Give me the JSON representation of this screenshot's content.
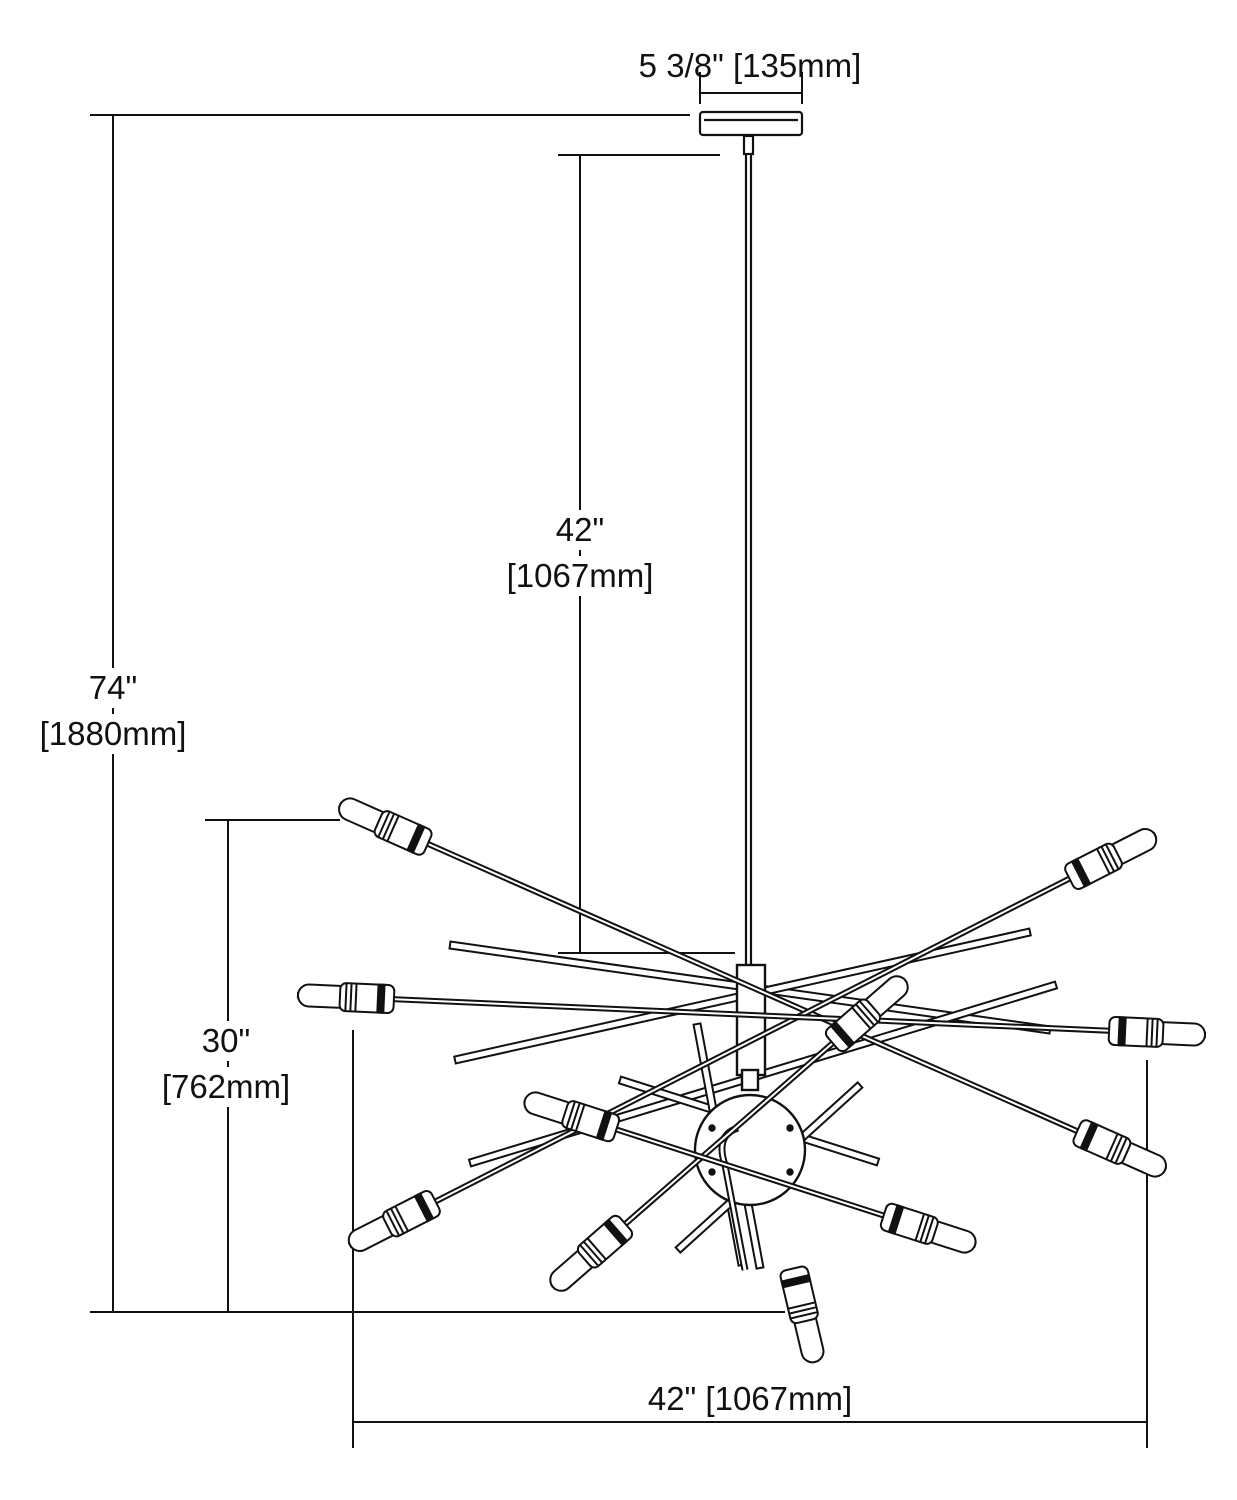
{
  "dimensions": {
    "canopy_width": "5 3/8\" [135mm]",
    "overall_height_in": "74\"",
    "overall_height_mm": "[1880mm]",
    "rod_length_in": "42\"",
    "rod_length_mm": "[1067mm]",
    "fixture_height_in": "30\"",
    "fixture_height_mm": "[762mm]",
    "fixture_width": "42\" [1067mm]"
  },
  "colors": {
    "line": "#111111",
    "background": "#ffffff"
  }
}
